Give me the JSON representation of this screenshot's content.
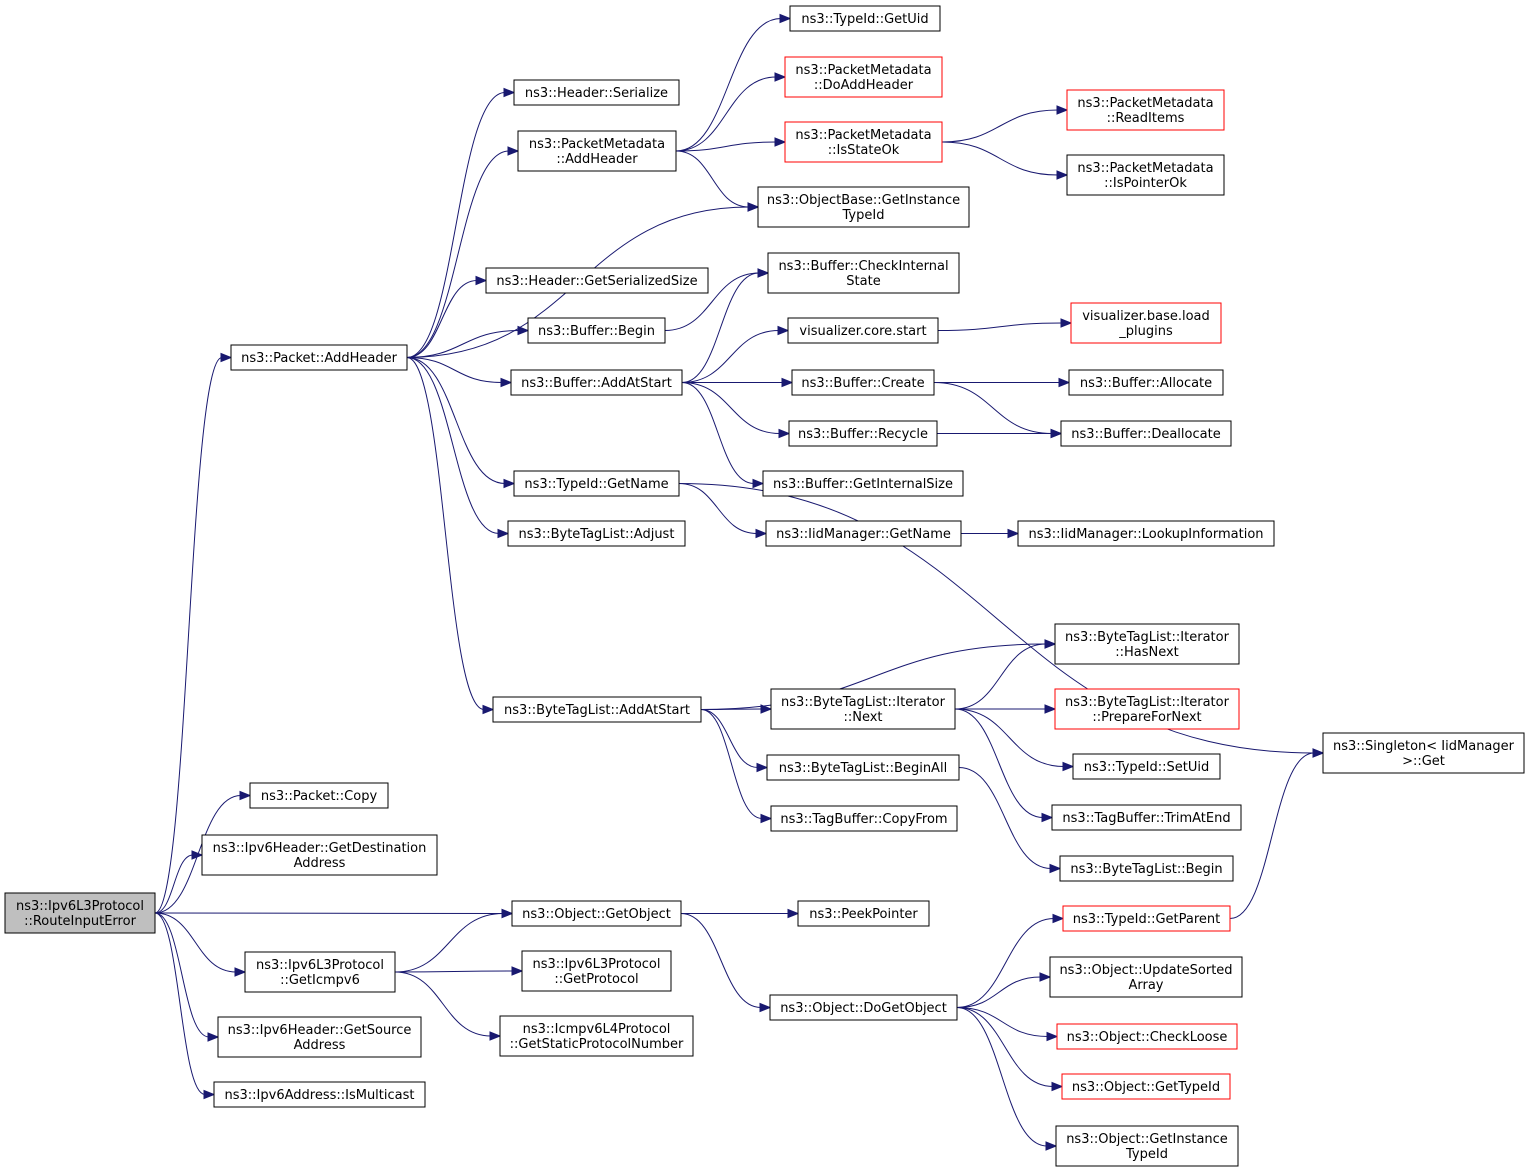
{
  "graph": {
    "colors": {
      "edge": "#191970",
      "node_border": "#000000",
      "truncated_border": "#ff0000",
      "root_fill": "#bfbfbf",
      "background": "#ffffff"
    },
    "nodes": [
      {
        "id": "n0",
        "lines": [
          "ns3::Ipv6L3Protocol",
          "::RouteInputError"
        ],
        "style": "root"
      },
      {
        "id": "n1",
        "lines": [
          "ns3::Packet::AddHeader"
        ],
        "style": "normal"
      },
      {
        "id": "n2",
        "lines": [
          "ns3::Packet::Copy"
        ],
        "style": "normal"
      },
      {
        "id": "n3",
        "lines": [
          "ns3::Ipv6Header::GetDestination",
          "Address"
        ],
        "style": "normal"
      },
      {
        "id": "n4",
        "lines": [
          "ns3::Ipv6L3Protocol",
          "::GetIcmpv6"
        ],
        "style": "normal"
      },
      {
        "id": "n5",
        "lines": [
          "ns3::Ipv6Header::GetSource",
          "Address"
        ],
        "style": "normal"
      },
      {
        "id": "n6",
        "lines": [
          "ns3::Ipv6Address::IsMulticast"
        ],
        "style": "normal"
      },
      {
        "id": "n7",
        "lines": [
          "ns3::Header::Serialize"
        ],
        "style": "normal"
      },
      {
        "id": "n8",
        "lines": [
          "ns3::PacketMetadata",
          "::AddHeader"
        ],
        "style": "normal"
      },
      {
        "id": "n9",
        "lines": [
          "ns3::Header::GetSerializedSize"
        ],
        "style": "normal"
      },
      {
        "id": "n10",
        "lines": [
          "ns3::Buffer::Begin"
        ],
        "style": "normal"
      },
      {
        "id": "n11",
        "lines": [
          "ns3::Buffer::AddAtStart"
        ],
        "style": "normal"
      },
      {
        "id": "n12",
        "lines": [
          "ns3::TypeId::GetName"
        ],
        "style": "normal"
      },
      {
        "id": "n13",
        "lines": [
          "ns3::ByteTagList::Adjust"
        ],
        "style": "normal"
      },
      {
        "id": "n14",
        "lines": [
          "ns3::ByteTagList::AddAtStart"
        ],
        "style": "normal"
      },
      {
        "id": "n15",
        "lines": [
          "ns3::Object::GetObject"
        ],
        "style": "normal"
      },
      {
        "id": "n16",
        "lines": [
          "ns3::Ipv6L3Protocol",
          "::GetProtocol"
        ],
        "style": "normal"
      },
      {
        "id": "n17",
        "lines": [
          "ns3::Icmpv6L4Protocol",
          "::GetStaticProtocolNumber"
        ],
        "style": "normal"
      },
      {
        "id": "n18",
        "lines": [
          "ns3::TypeId::GetUid"
        ],
        "style": "normal"
      },
      {
        "id": "n19",
        "lines": [
          "ns3::PacketMetadata",
          "::DoAddHeader"
        ],
        "style": "truncated"
      },
      {
        "id": "n20",
        "lines": [
          "ns3::PacketMetadata",
          "::IsStateOk"
        ],
        "style": "truncated"
      },
      {
        "id": "n21",
        "lines": [
          "ns3::ObjectBase::GetInstance",
          "TypeId"
        ],
        "style": "normal"
      },
      {
        "id": "n22",
        "lines": [
          "ns3::Buffer::CheckInternal",
          "State"
        ],
        "style": "normal"
      },
      {
        "id": "n23",
        "lines": [
          "visualizer.core.start"
        ],
        "style": "normal"
      },
      {
        "id": "n24",
        "lines": [
          "ns3::Buffer::Create"
        ],
        "style": "normal"
      },
      {
        "id": "n25",
        "lines": [
          "ns3::Buffer::Recycle"
        ],
        "style": "normal"
      },
      {
        "id": "n26",
        "lines": [
          "ns3::Buffer::GetInternalSize"
        ],
        "style": "normal"
      },
      {
        "id": "n27",
        "lines": [
          "ns3::IidManager::GetName"
        ],
        "style": "normal"
      },
      {
        "id": "n28",
        "lines": [
          "ns3::ByteTagList::Iterator",
          "::Next"
        ],
        "style": "normal"
      },
      {
        "id": "n29",
        "lines": [
          "ns3::ByteTagList::BeginAll"
        ],
        "style": "normal"
      },
      {
        "id": "n30",
        "lines": [
          "ns3::TagBuffer::CopyFrom"
        ],
        "style": "normal"
      },
      {
        "id": "n31",
        "lines": [
          "ns3::PeekPointer"
        ],
        "style": "normal"
      },
      {
        "id": "n32",
        "lines": [
          "ns3::Object::DoGetObject"
        ],
        "style": "normal"
      },
      {
        "id": "n33",
        "lines": [
          "ns3::PacketMetadata",
          "::ReadItems"
        ],
        "style": "truncated"
      },
      {
        "id": "n34",
        "lines": [
          "ns3::PacketMetadata",
          "::IsPointerOk"
        ],
        "style": "normal"
      },
      {
        "id": "n35",
        "lines": [
          "visualizer.base.load",
          "_plugins"
        ],
        "style": "truncated"
      },
      {
        "id": "n36",
        "lines": [
          "ns3::Buffer::Allocate"
        ],
        "style": "normal"
      },
      {
        "id": "n37",
        "lines": [
          "ns3::Buffer::Deallocate"
        ],
        "style": "normal"
      },
      {
        "id": "n38",
        "lines": [
          "ns3::IidManager::LookupInformation"
        ],
        "style": "normal"
      },
      {
        "id": "n39",
        "lines": [
          "ns3::ByteTagList::Iterator",
          "::HasNext"
        ],
        "style": "normal"
      },
      {
        "id": "n40",
        "lines": [
          "ns3::ByteTagList::Iterator",
          "::PrepareForNext"
        ],
        "style": "truncated"
      },
      {
        "id": "n41",
        "lines": [
          "ns3::TypeId::SetUid"
        ],
        "style": "normal"
      },
      {
        "id": "n42",
        "lines": [
          "ns3::TagBuffer::TrimAtEnd"
        ],
        "style": "normal"
      },
      {
        "id": "n43",
        "lines": [
          "ns3::ByteTagList::Begin"
        ],
        "style": "normal"
      },
      {
        "id": "n44",
        "lines": [
          "ns3::Singleton< IidManager",
          " >::Get"
        ],
        "style": "normal"
      },
      {
        "id": "n45",
        "lines": [
          "ns3::TypeId::GetParent"
        ],
        "style": "truncated"
      },
      {
        "id": "n46",
        "lines": [
          "ns3::Object::UpdateSorted",
          "Array"
        ],
        "style": "normal"
      },
      {
        "id": "n47",
        "lines": [
          "ns3::Object::CheckLoose"
        ],
        "style": "truncated"
      },
      {
        "id": "n48",
        "lines": [
          "ns3::Object::GetTypeId"
        ],
        "style": "truncated"
      },
      {
        "id": "n49",
        "lines": [
          "ns3::Object::GetInstance",
          "TypeId"
        ],
        "style": "normal"
      }
    ],
    "edges": [
      [
        "n0",
        "n1"
      ],
      [
        "n0",
        "n2"
      ],
      [
        "n0",
        "n3"
      ],
      [
        "n0",
        "n15"
      ],
      [
        "n0",
        "n4"
      ],
      [
        "n0",
        "n5"
      ],
      [
        "n0",
        "n6"
      ],
      [
        "n1",
        "n7"
      ],
      [
        "n1",
        "n8"
      ],
      [
        "n1",
        "n21"
      ],
      [
        "n1",
        "n9"
      ],
      [
        "n1",
        "n10"
      ],
      [
        "n1",
        "n11"
      ],
      [
        "n1",
        "n12"
      ],
      [
        "n1",
        "n13"
      ],
      [
        "n1",
        "n14"
      ],
      [
        "n8",
        "n18"
      ],
      [
        "n8",
        "n19"
      ],
      [
        "n8",
        "n20"
      ],
      [
        "n8",
        "n21"
      ],
      [
        "n20",
        "n33"
      ],
      [
        "n20",
        "n34"
      ],
      [
        "n10",
        "n22"
      ],
      [
        "n11",
        "n22"
      ],
      [
        "n11",
        "n23"
      ],
      [
        "n11",
        "n24"
      ],
      [
        "n11",
        "n25"
      ],
      [
        "n11",
        "n26"
      ],
      [
        "n23",
        "n35"
      ],
      [
        "n24",
        "n36"
      ],
      [
        "n24",
        "n37"
      ],
      [
        "n25",
        "n37"
      ],
      [
        "n12",
        "n27"
      ],
      [
        "n12",
        "n44"
      ],
      [
        "n27",
        "n38"
      ],
      [
        "n14",
        "n39"
      ],
      [
        "n14",
        "n28"
      ],
      [
        "n14",
        "n29"
      ],
      [
        "n14",
        "n30"
      ],
      [
        "n28",
        "n39"
      ],
      [
        "n28",
        "n40"
      ],
      [
        "n28",
        "n41"
      ],
      [
        "n28",
        "n42"
      ],
      [
        "n29",
        "n43"
      ],
      [
        "n4",
        "n15"
      ],
      [
        "n4",
        "n16"
      ],
      [
        "n4",
        "n17"
      ],
      [
        "n15",
        "n31"
      ],
      [
        "n15",
        "n32"
      ],
      [
        "n32",
        "n45"
      ],
      [
        "n32",
        "n46"
      ],
      [
        "n32",
        "n47"
      ],
      [
        "n32",
        "n48"
      ],
      [
        "n32",
        "n49"
      ],
      [
        "n45",
        "n44"
      ]
    ]
  }
}
